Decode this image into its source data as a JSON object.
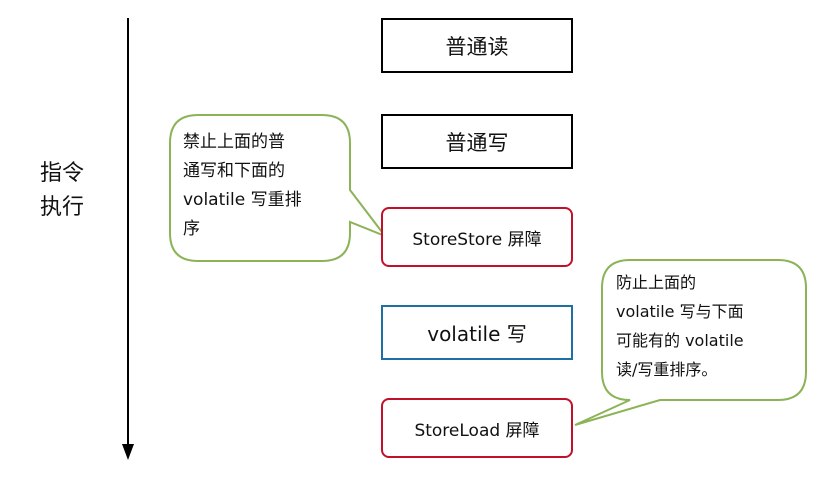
{
  "axis": {
    "label_lines": [
      "指令",
      "执行"
    ]
  },
  "boxes": {
    "normal_read": "普通读",
    "normal_write": "普通写",
    "storestore": "StoreStore 屏障",
    "volatile_write": "volatile 写",
    "storeload": "StoreLoad 屏障"
  },
  "callouts": {
    "left": {
      "lines": [
        "禁止上面的普",
        "通写和下面的",
        "volatile 写重排",
        "序"
      ]
    },
    "right": {
      "lines": [
        "防止上面的",
        "volatile 写与下面",
        "可能有的 volatile",
        "读/写重排序。"
      ]
    }
  },
  "colors": {
    "barrier_border": "#c0102a",
    "volatile_border": "#1f6fa5",
    "callout_border": "#8cb358"
  }
}
